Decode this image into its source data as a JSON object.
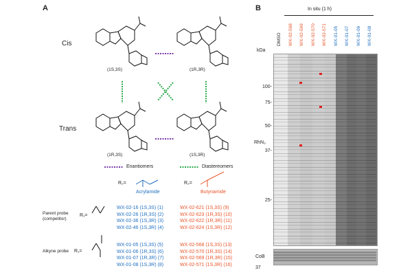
{
  "panel_a": {
    "letter": "A",
    "row_cis": "Cis",
    "row_trans": "Trans",
    "stereo_cis_left": "(1S,3S)",
    "stereo_cis_right": "(1R,3R)",
    "stereo_trans_left": "(1R,3S)",
    "stereo_trans_right": "(1S,3R)",
    "legend_enantiomers": "Enantiomers",
    "legend_diastereomers": "Diastereomers",
    "colors": {
      "enantiomer": "#7a3aa8",
      "diastereomer": "#2aa84a",
      "blue": "#1f6fbf",
      "orange": "#e8552a"
    },
    "r2_label": "R₂=",
    "r2_acryl": "Acrylamide",
    "r2_butyn": "Butynamide",
    "parent_label_1": "Parent probe",
    "parent_label_2": "(competitor)",
    "alkyne_label": "Alkyne probe",
    "r1_label": "R₁=",
    "parent_acryl": [
      "WX-02-16 (1S,3S) (1)",
      "WX-02-26 (1R,3S) (2)",
      "WX-02-36 (1S,3R) (3)",
      "WX-02-46 (1S,3R) (4)"
    ],
    "parent_butyn": [
      "WX-02-621 (1S,3S) (9)",
      "WX-02-623 (1R,3S) (10)",
      "WX-02-622 (1R,3R) (11)",
      "WX-02-624 (1S,3R) (12)"
    ],
    "alkyne_acryl": [
      "WX-01-05 (1S,3S) (5)",
      "WX-01-06 (1R,3S) (6)",
      "WX-01-07 (1R,3R) (7)",
      "WX-01-08 (1S,3R) (8)"
    ],
    "alkyne_butyn": [
      "WX-02-568 (1S,3S) (13)",
      "WX-02-570 (1R,3S) (14)",
      "WX-02-569 (1R,3R) (15)",
      "WX-02-571 (1S,3R) (16)"
    ]
  },
  "panel_b": {
    "letter": "B",
    "header": "In situ (1 h)",
    "kda": "kDa",
    "lanes": [
      {
        "label": "DMSO",
        "color": "#222222"
      },
      {
        "label": "WX-02-568",
        "color": "#e8552a"
      },
      {
        "label": "WX-02-569",
        "color": "#e8552a"
      },
      {
        "label": "WX-02-570",
        "color": "#e8552a"
      },
      {
        "label": "WX-02-571",
        "color": "#e8552a"
      },
      {
        "label": "WX-01-05",
        "color": "#1f6fbf"
      },
      {
        "label": "WX-01-07",
        "color": "#1f6fbf"
      },
      {
        "label": "WX-01-06",
        "color": "#1f6fbf"
      },
      {
        "label": "WX-01-08",
        "color": "#1f6fbf"
      }
    ],
    "mw_markers": [
      "100-",
      "75-",
      "50-",
      "37-",
      "25-"
    ],
    "rhn_label": "RhN₃",
    "cob_label": "CoB",
    "cob_mw": "37"
  }
}
